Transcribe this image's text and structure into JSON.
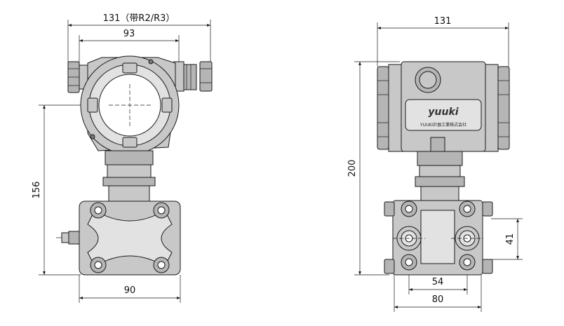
{
  "dimensions": {
    "side_total_width": "131（带R2/R3）",
    "side_housing_width": "93",
    "side_height": "156",
    "side_base_width": "90",
    "front_total_width": "131",
    "front_height": "200",
    "front_port_spacing": "41",
    "front_bolt_spacing": "54",
    "front_base_width": "80"
  },
  "nameplate": {
    "logo": "yuuki",
    "company": "YUUKI計器工業株式会社"
  }
}
